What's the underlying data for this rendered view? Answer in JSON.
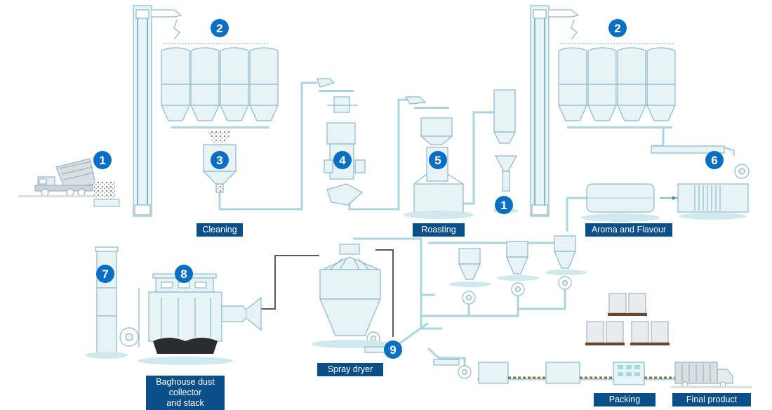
{
  "colors": {
    "badge": "#0a6fc2",
    "label_bg": "#0b4f8a",
    "equipment_fill": "#e6f4f7",
    "equipment_stroke": "#8fb8c6",
    "pipe": "#a9d6df",
    "pipe_dark": "#555a60",
    "shadow": "#cfe9ef",
    "dust": "#2a2d2f"
  },
  "badges": [
    {
      "id": "badge-1-truck",
      "number": "1"
    },
    {
      "id": "badge-2-left",
      "number": "2"
    },
    {
      "id": "badge-3",
      "number": "3"
    },
    {
      "id": "badge-4",
      "number": "4"
    },
    {
      "id": "badge-5",
      "number": "5"
    },
    {
      "id": "badge-1-elevator",
      "number": "1"
    },
    {
      "id": "badge-2-right",
      "number": "2"
    },
    {
      "id": "badge-6",
      "number": "6"
    },
    {
      "id": "badge-7",
      "number": "7"
    },
    {
      "id": "badge-8",
      "number": "8"
    },
    {
      "id": "badge-9",
      "number": "9"
    }
  ],
  "labels": {
    "cleaning": "Cleaning",
    "roasting": "Roasting",
    "aroma": "Aroma and Flavour",
    "baghouse": [
      "Baghouse dust",
      "collector",
      "and stack"
    ],
    "spray_dryer": "Spray dryer",
    "packing": "Packing",
    "final_product": "Final product"
  }
}
